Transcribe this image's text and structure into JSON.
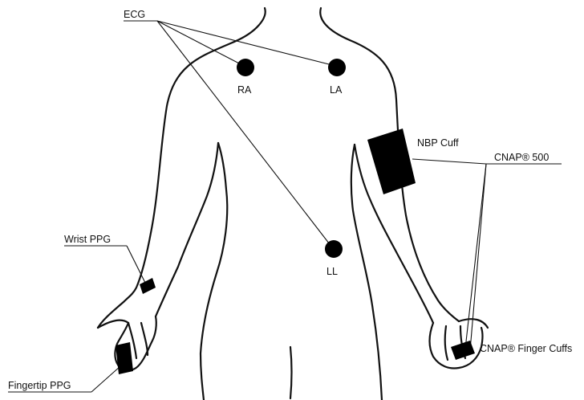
{
  "labels": {
    "ecg": "ECG",
    "ra": "RA",
    "la": "LA",
    "ll": "LL",
    "nbp_cuff": "NBP Cuff",
    "cnap_500": "CNAP® 500",
    "wrist_ppg": "Wrist PPG",
    "fingertip_ppg": "Fingertip PPG",
    "cnap_finger_cuffs": "CNAP® Finger Cuffs"
  },
  "colors": {
    "ink": "#111111",
    "sensor_fill": "#000000",
    "background": "#ffffff"
  }
}
